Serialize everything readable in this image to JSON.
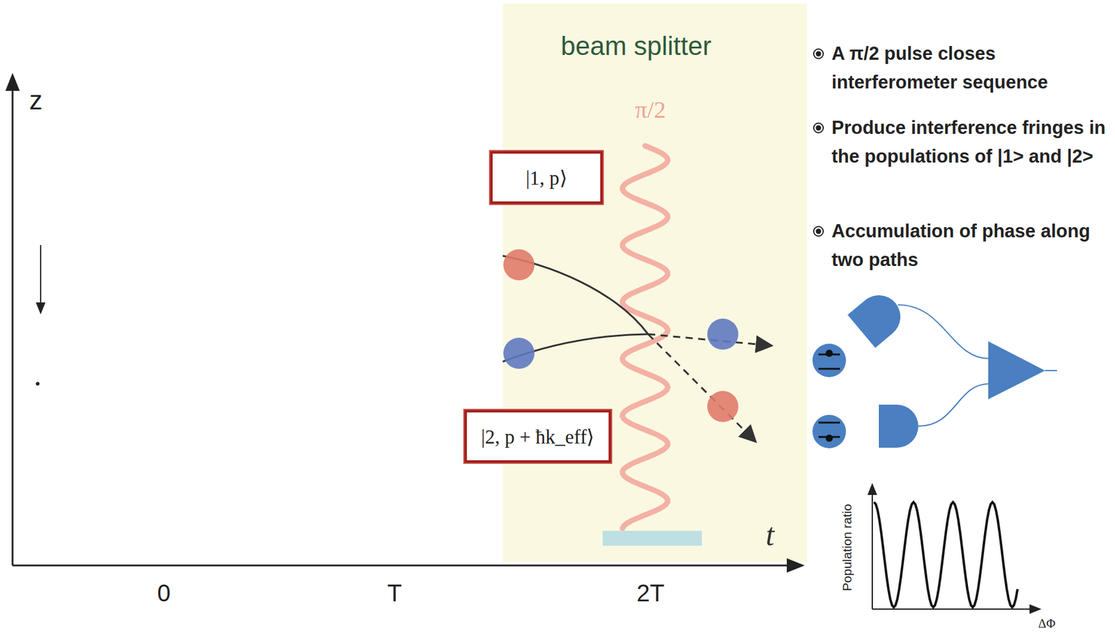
{
  "diagram": {
    "nodes": [
      {
        "text": [
          "|1, p⟩"
        ]
      },
      {
        "text": [
          "|2, p + ħk_eff⟩"
        ]
      }
    ],
    "labels": [
      "z",
      "0",
      "T",
      "2T",
      "beam splitter",
      "π/2",
      "t",
      "A π/2 pulse closes interferometer sequence",
      "Produce interference fringes in the populations of |1> and |2>",
      "Accumulation of phase along two paths",
      "Population ratio",
      "ΔΦ"
    ]
  }
}
